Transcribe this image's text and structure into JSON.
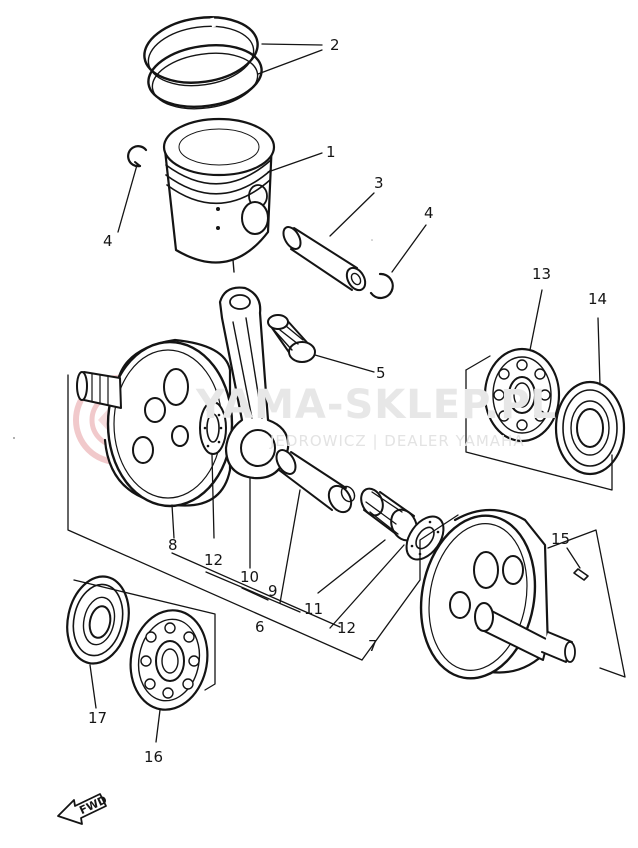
{
  "watermark": {
    "brand": "YAMA-SKLEP.PL",
    "dealer": "JEDROWICZ | DEALER YAMAHA",
    "logo_color": "#f1c9cb"
  },
  "direction_label": "FWD",
  "callouts": [
    "2",
    "1",
    "3",
    "4",
    "4",
    "5",
    "13",
    "14",
    "15",
    "8",
    "12",
    "10",
    "9",
    "6",
    "11",
    "12",
    "7",
    "17",
    "16"
  ],
  "colors": {
    "ink": "#141414",
    "paper": "#ffffff"
  }
}
